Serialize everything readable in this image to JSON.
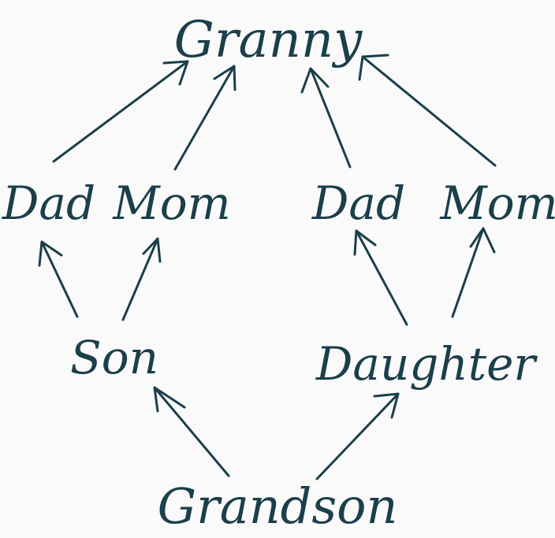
{
  "diagram": {
    "ink_color": "#1b3f4b",
    "background_color": "#fafafa",
    "nodes": {
      "granny": "Granny",
      "dad_left": "Dad",
      "mom_left": "Mom",
      "dad_right": "Dad",
      "mom_right": "Mom",
      "son": "Son",
      "daughter": "Daughter",
      "grandson": "Grandson"
    },
    "edges": [
      {
        "from": "dad_left",
        "to": "granny"
      },
      {
        "from": "mom_left",
        "to": "granny"
      },
      {
        "from": "dad_right",
        "to": "granny"
      },
      {
        "from": "mom_right",
        "to": "granny"
      },
      {
        "from": "son",
        "to": "dad_left"
      },
      {
        "from": "son",
        "to": "mom_left"
      },
      {
        "from": "daughter",
        "to": "dad_right"
      },
      {
        "from": "daughter",
        "to": "mom_right"
      },
      {
        "from": "grandson",
        "to": "son"
      },
      {
        "from": "grandson",
        "to": "daughter"
      }
    ]
  }
}
